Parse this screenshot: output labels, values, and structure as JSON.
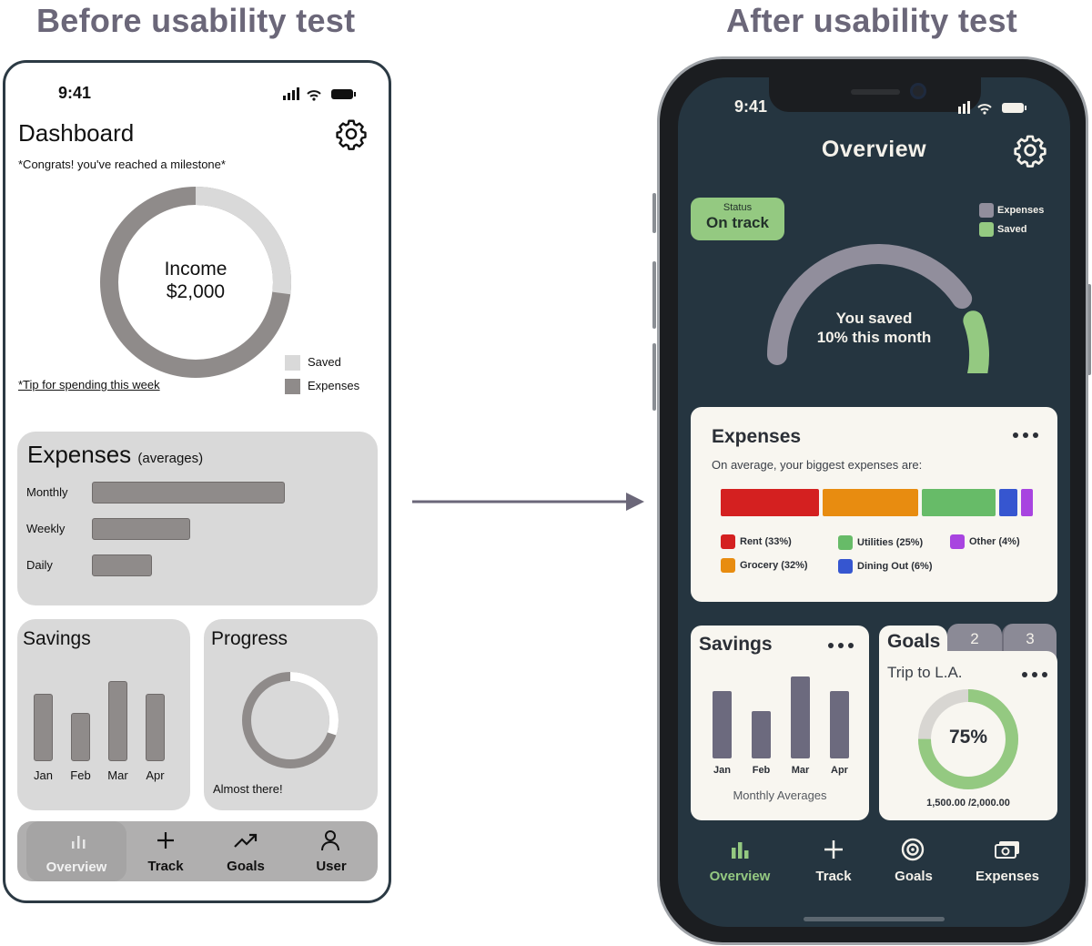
{
  "headings": {
    "before": "Before usability test",
    "after": "After usability test"
  },
  "wireframe": {
    "time": "9:41",
    "title": "Dashboard",
    "milestone": "*Congrats! you've reached a milestone*",
    "income_label": "Income",
    "income_value": "$2,000",
    "tip_link": "*Tip for spending this week",
    "legend": {
      "saved": "Saved",
      "expenses": "Expenses"
    },
    "donut_saved_fraction": 0.27,
    "expenses_card": {
      "title": "Expenses",
      "subtitle": "(averages)",
      "rows": [
        {
          "label": "Monthly",
          "value": 1.0
        },
        {
          "label": "Weekly",
          "value": 0.51
        },
        {
          "label": "Daily",
          "value": 0.31
        }
      ]
    },
    "savings_card": {
      "title": "Savings",
      "bars": [
        {
          "label": "Jan",
          "value": 0.84
        },
        {
          "label": "Feb",
          "value": 0.6
        },
        {
          "label": "Mar",
          "value": 1.0
        },
        {
          "label": "Apr",
          "value": 0.84
        }
      ]
    },
    "progress_card": {
      "title": "Progress",
      "caption": "Almost there!",
      "fraction": 0.3
    },
    "nav": [
      "Overview",
      "Track",
      "Goals",
      "User"
    ]
  },
  "app": {
    "time": "9:41",
    "title": "Overview",
    "status_label": "Status",
    "status_value": "On track",
    "legend": {
      "expenses": "Expenses",
      "saved": "Saved"
    },
    "gauge_line1": "You saved",
    "gauge_line2": "10% this month",
    "gauge_saved_fraction": 0.1,
    "expenses": {
      "title": "Expenses",
      "subtitle": "On average, your biggest expenses are:",
      "categories": [
        {
          "label": "Rent (33%)",
          "share": 33,
          "color": "#d42020"
        },
        {
          "label": "Grocery (32%)",
          "share": 32,
          "color": "#e88c10"
        },
        {
          "label": "Utilities (25%)",
          "share": 25,
          "color": "#67bb68"
        },
        {
          "label": "Dining Out (6%)",
          "share": 6,
          "color": "#3656d0"
        },
        {
          "label": "Other (4%)",
          "share": 4,
          "color": "#a844e0"
        }
      ]
    },
    "savings": {
      "title": "Savings",
      "caption": "Monthly Averages",
      "bars": [
        {
          "label": "Jan",
          "value": 0.82
        },
        {
          "label": "Feb",
          "value": 0.58
        },
        {
          "label": "Mar",
          "value": 1.0
        },
        {
          "label": "Apr",
          "value": 0.82
        }
      ]
    },
    "goals": {
      "title": "Goals",
      "tab2": "2",
      "tab3": "3",
      "goal_name": "Trip to L.A.",
      "percent": "75%",
      "fraction": 0.75,
      "amount": "1,500.00 /2,000.00"
    },
    "nav": [
      "Overview",
      "Track",
      "Goals",
      "Expenses"
    ]
  },
  "colors": {
    "accent_green": "#94c981",
    "dark_bg": "#253540",
    "wire_gray": "#8f8b8a"
  }
}
